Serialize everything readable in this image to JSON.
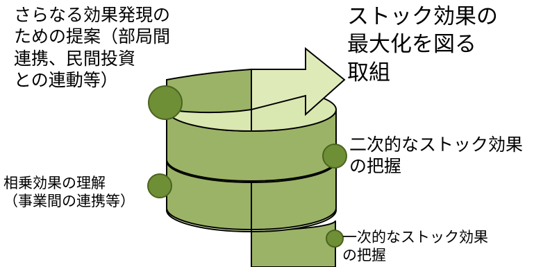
{
  "colors": {
    "band_fill": "#9bb366",
    "band_light": "#dbe8b6",
    "ellipse_fill": "#d9e7b0",
    "outline": "#000000",
    "dot_fill": "#6e8f35",
    "arrow_fill": "#dfeab9"
  },
  "labels": {
    "proposal": [
      "さらなる効果発現の",
      "ための提案（部局間",
      "連携、民間投資",
      "との連動等）"
    ],
    "goal": [
      "ストック効果の",
      "最大化を図る",
      "取組"
    ],
    "secondary": [
      "二次的なストック効果",
      "の把握"
    ],
    "synergy": [
      "相乗効果の理解",
      "（事業間の連携等）"
    ],
    "primary": [
      "一次的なストック効果",
      "の把握"
    ]
  },
  "icons": {
    "dot": "circle-marker-icon",
    "arrow": "right-arrow-icon"
  }
}
